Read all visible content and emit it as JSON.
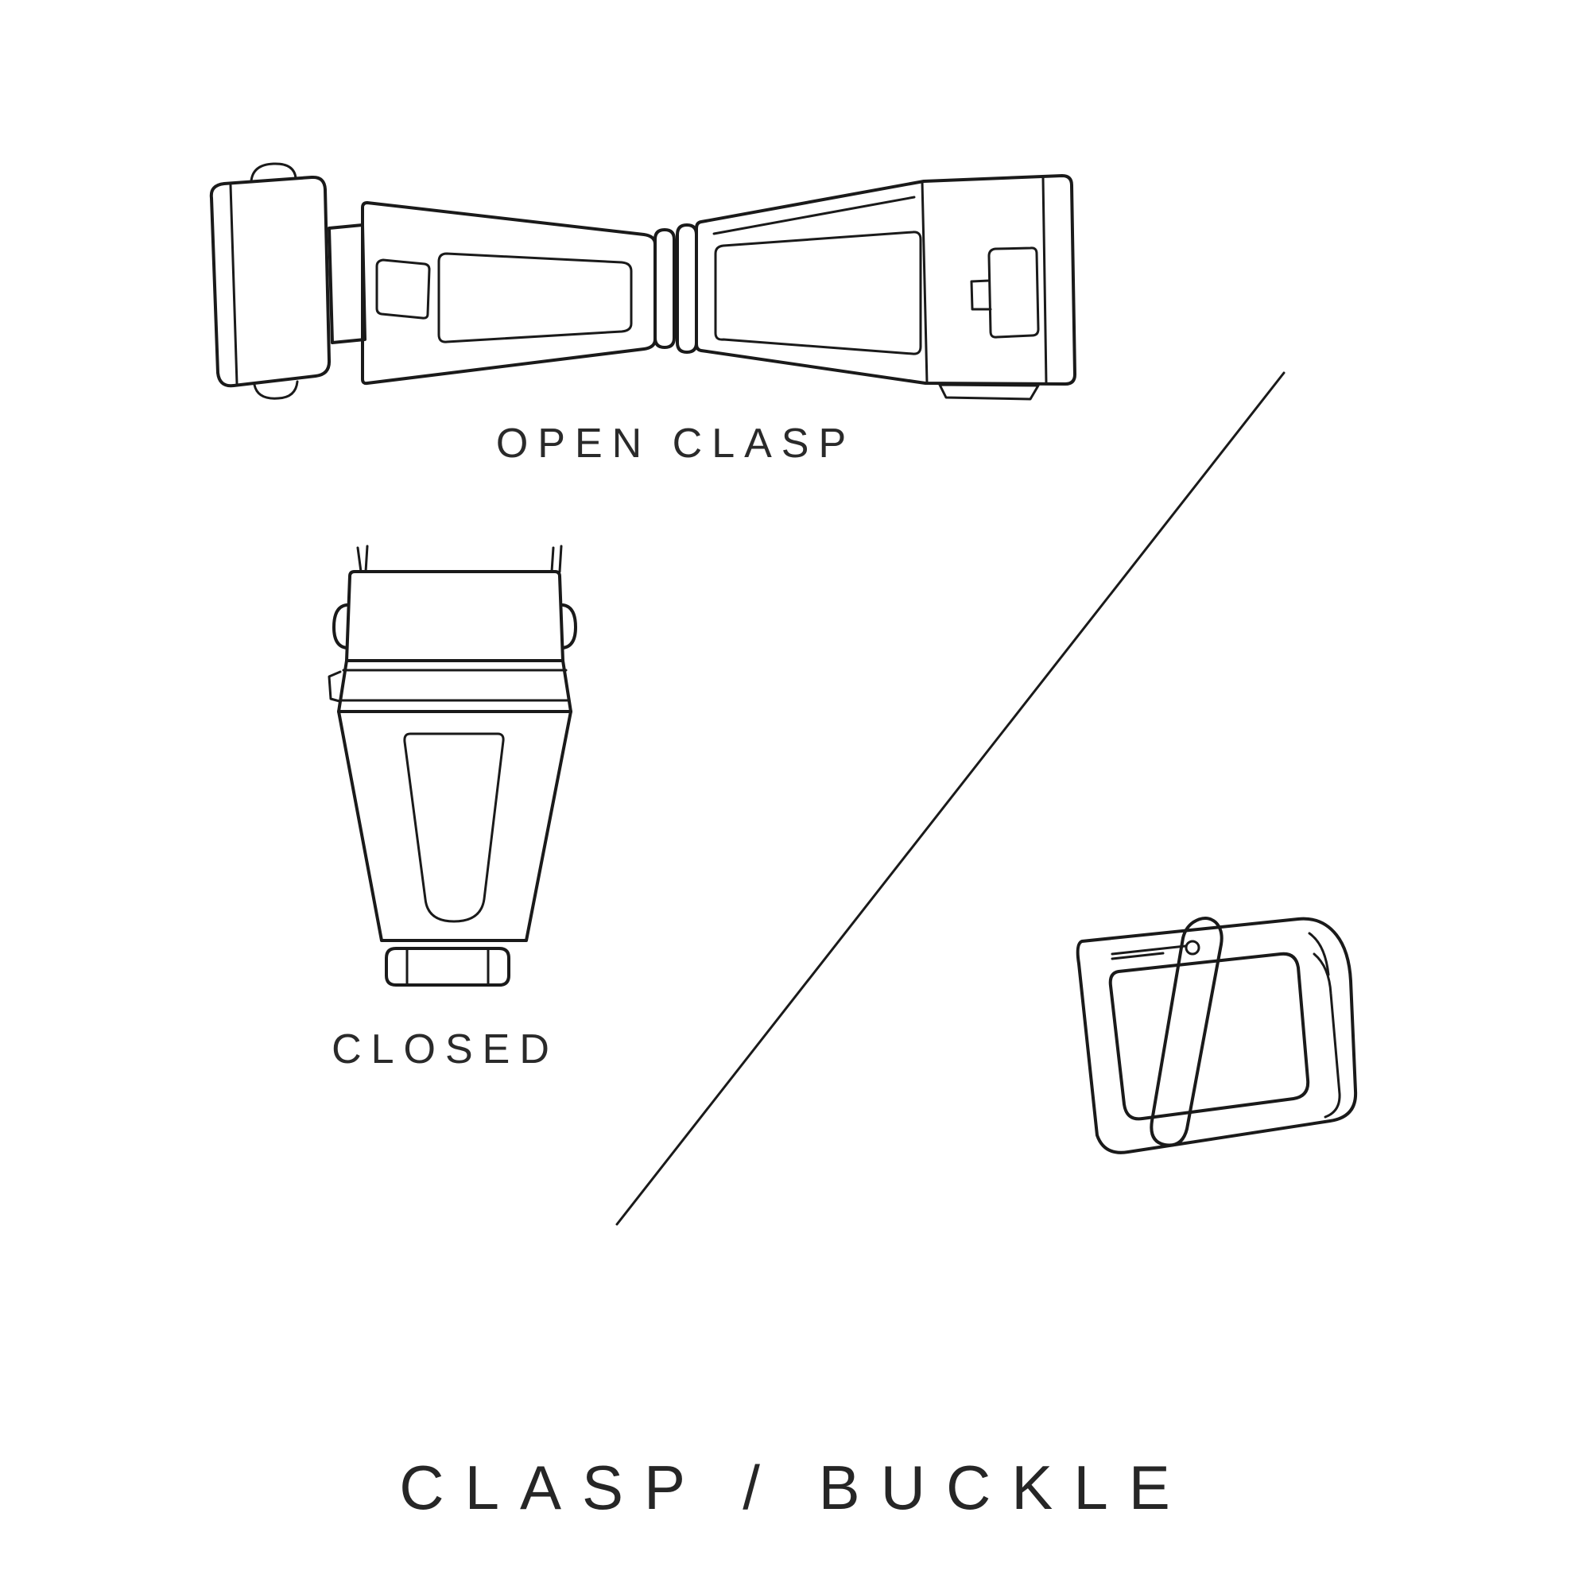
{
  "title": "CLASP / BUCKLE",
  "labels": {
    "open_clasp": "OPEN CLASP",
    "closed": "CLOSED"
  },
  "figures": [
    {
      "name": "open-clasp-illustration",
      "description": "watch deployant clasp shown open, top view"
    },
    {
      "name": "closed-clasp-illustration",
      "description": "watch clasp shown closed, top view"
    },
    {
      "name": "buckle-illustration",
      "description": "watch tang buckle, perspective view"
    },
    {
      "name": "divider-line",
      "description": "diagonal separator between clasp and buckle figures"
    }
  ],
  "colors": {
    "background": "#ffffff",
    "line": "#1a1a1a",
    "text": "#262626"
  }
}
